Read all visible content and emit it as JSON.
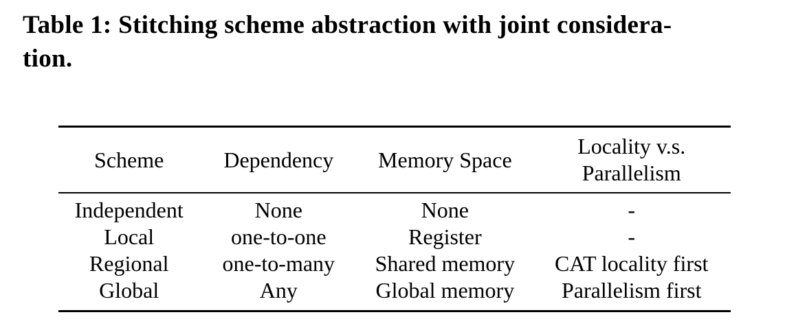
{
  "caption": {
    "line1": "Table 1: Stitching scheme abstraction with joint considera-",
    "line2": "tion."
  },
  "table": {
    "headers": [
      "Scheme",
      "Dependency",
      "Memory Space",
      "Locality v.s. Parallelism"
    ],
    "rows": [
      [
        "Independent",
        "None",
        "None",
        "-"
      ],
      [
        "Local",
        "one-to-one",
        "Register",
        "-"
      ],
      [
        "Regional",
        "one-to-many",
        "Shared memory",
        "CAT locality first"
      ],
      [
        "Global",
        "Any",
        "Global memory",
        "Parallelism first"
      ]
    ]
  },
  "colors": {
    "text": "#000000",
    "background": "#ffffff",
    "rule": "#000000"
  }
}
